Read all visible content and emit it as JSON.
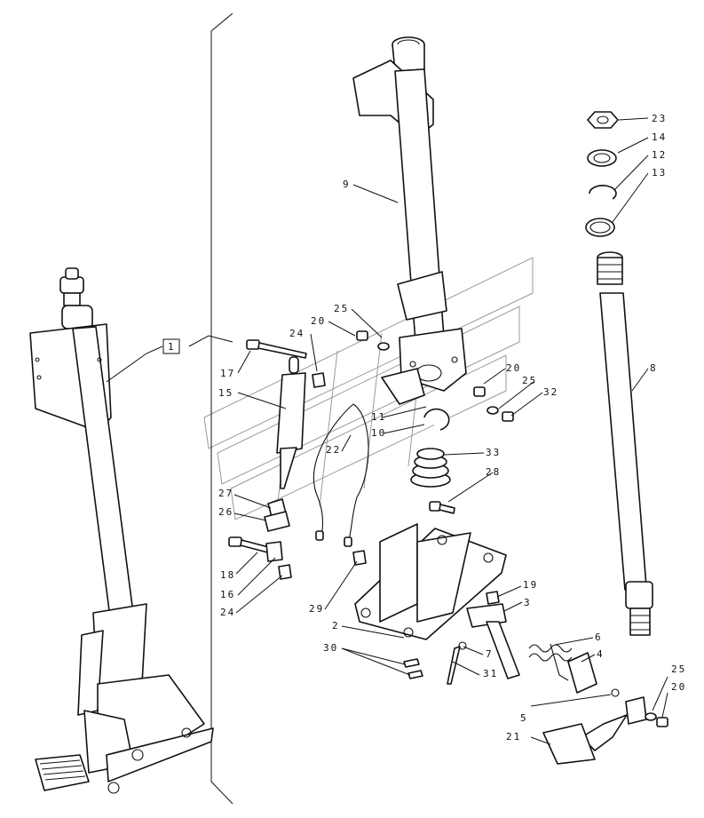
{
  "callouts": [
    {
      "id": "n1",
      "text": "1"
    },
    {
      "id": "n2",
      "text": "2"
    },
    {
      "id": "n3",
      "text": "3"
    },
    {
      "id": "n4",
      "text": "4"
    },
    {
      "id": "n5",
      "text": "5"
    },
    {
      "id": "n6",
      "text": "6"
    },
    {
      "id": "n7",
      "text": "7"
    },
    {
      "id": "n8",
      "text": "8"
    },
    {
      "id": "n9",
      "text": "9"
    },
    {
      "id": "n10",
      "text": "10"
    },
    {
      "id": "n11",
      "text": "11"
    },
    {
      "id": "n12",
      "text": "12"
    },
    {
      "id": "n13",
      "text": "13"
    },
    {
      "id": "n14",
      "text": "14"
    },
    {
      "id": "n15",
      "text": "15"
    },
    {
      "id": "n16",
      "text": "16"
    },
    {
      "id": "n17",
      "text": "17"
    },
    {
      "id": "n18",
      "text": "18"
    },
    {
      "id": "n19",
      "text": "19"
    },
    {
      "id": "n20a",
      "text": "20"
    },
    {
      "id": "n20b",
      "text": "20"
    },
    {
      "id": "n20c",
      "text": "20"
    },
    {
      "id": "n21",
      "text": "21"
    },
    {
      "id": "n22",
      "text": "22"
    },
    {
      "id": "n23",
      "text": "23"
    },
    {
      "id": "n24a",
      "text": "24"
    },
    {
      "id": "n24b",
      "text": "24"
    },
    {
      "id": "n25a",
      "text": "25"
    },
    {
      "id": "n25b",
      "text": "25"
    },
    {
      "id": "n25c",
      "text": "25"
    },
    {
      "id": "n26",
      "text": "26"
    },
    {
      "id": "n27",
      "text": "27"
    },
    {
      "id": "n28",
      "text": "28"
    },
    {
      "id": "n29",
      "text": "29"
    },
    {
      "id": "n30",
      "text": "30"
    },
    {
      "id": "n31",
      "text": "31"
    },
    {
      "id": "n32",
      "text": "32"
    },
    {
      "id": "n33",
      "text": "33"
    }
  ],
  "colors": {
    "line": "#111111",
    "watermark": "#9a9a9a",
    "background": "#ffffff"
  }
}
